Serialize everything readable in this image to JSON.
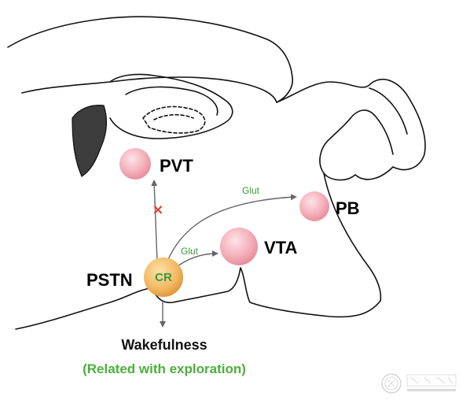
{
  "nuclei": {
    "pvt": "PVT",
    "pb": "PB",
    "vta": "VTA",
    "pstn": "PSTN",
    "cr": "CR"
  },
  "connections": {
    "pstn_to_pb": "Glut",
    "pstn_to_vta": "Glut",
    "pstn_to_pvt_blocked_mark": "×"
  },
  "output": {
    "title": "Wakefulness",
    "subtitle": "(Related with exploration)"
  },
  "colors": {
    "nucleus_fill": "#f2a7b3",
    "pstn_fill": "#f0b45a",
    "label_green": "#3a9a3a",
    "block_red": "#e53935"
  }
}
